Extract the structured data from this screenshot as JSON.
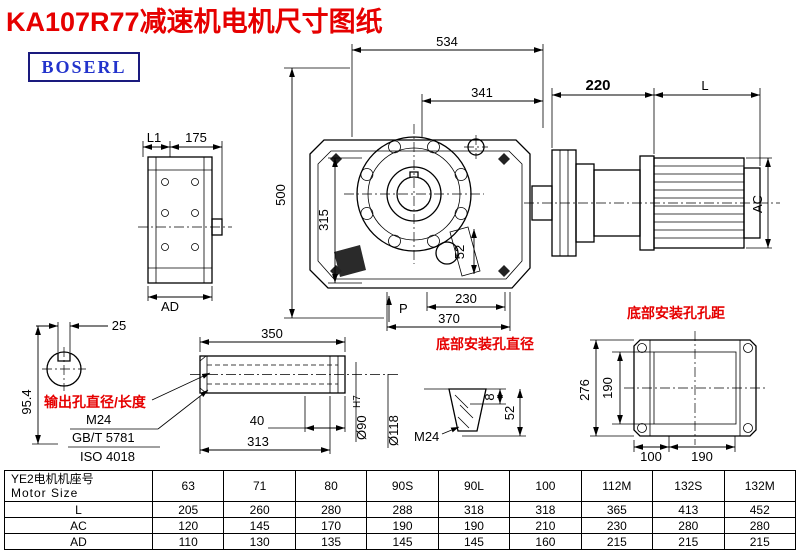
{
  "title": "KA107R77减速机电机尺寸图纸",
  "logo": "BOSERL",
  "colors": {
    "accent_red": "#e60000",
    "logo_blue": "#2233cc",
    "line": "#000000"
  },
  "front": {
    "d534": "534",
    "d341": "341",
    "d500": "500",
    "d315": "315",
    "d52": "52",
    "d230": "230",
    "d370": "370",
    "p": "P"
  },
  "motor": {
    "d220": "220",
    "l": "L",
    "ac": "AC"
  },
  "left_view": {
    "l1": "L1",
    "d175": "175",
    "ad": "AD"
  },
  "shaft": {
    "d25": "25",
    "d954": "95.4",
    "d350": "350",
    "d40": "40",
    "d313": "313",
    "label": "输出孔直径/长度",
    "m24": "M24",
    "gbt": "GB/T 5781",
    "iso": "ISO 4018",
    "d90": "Ø90",
    "d90tol": "H7",
    "d118": "Ø118"
  },
  "hole": {
    "label": "底部安装孔直径",
    "d8": "8",
    "d52": "52",
    "m24": "M24"
  },
  "mount": {
    "label": "底部安装孔孔距",
    "d276": "276",
    "d190v": "190",
    "d100": "100",
    "d190h": "190"
  },
  "table": {
    "header_cn": "YE2电机机座号",
    "header_en": "Motor Size",
    "columns": [
      "63",
      "71",
      "80",
      "90S",
      "90L",
      "100",
      "112M",
      "132S",
      "132M"
    ],
    "rows": [
      {
        "label": "L",
        "values": [
          "205",
          "260",
          "280",
          "288",
          "318",
          "318",
          "365",
          "413",
          "452"
        ]
      },
      {
        "label": "AC",
        "values": [
          "120",
          "145",
          "170",
          "190",
          "190",
          "210",
          "230",
          "280",
          "280"
        ]
      },
      {
        "label": "AD",
        "values": [
          "110",
          "130",
          "135",
          "145",
          "145",
          "160",
          "215",
          "215",
          "215"
        ]
      }
    ]
  }
}
